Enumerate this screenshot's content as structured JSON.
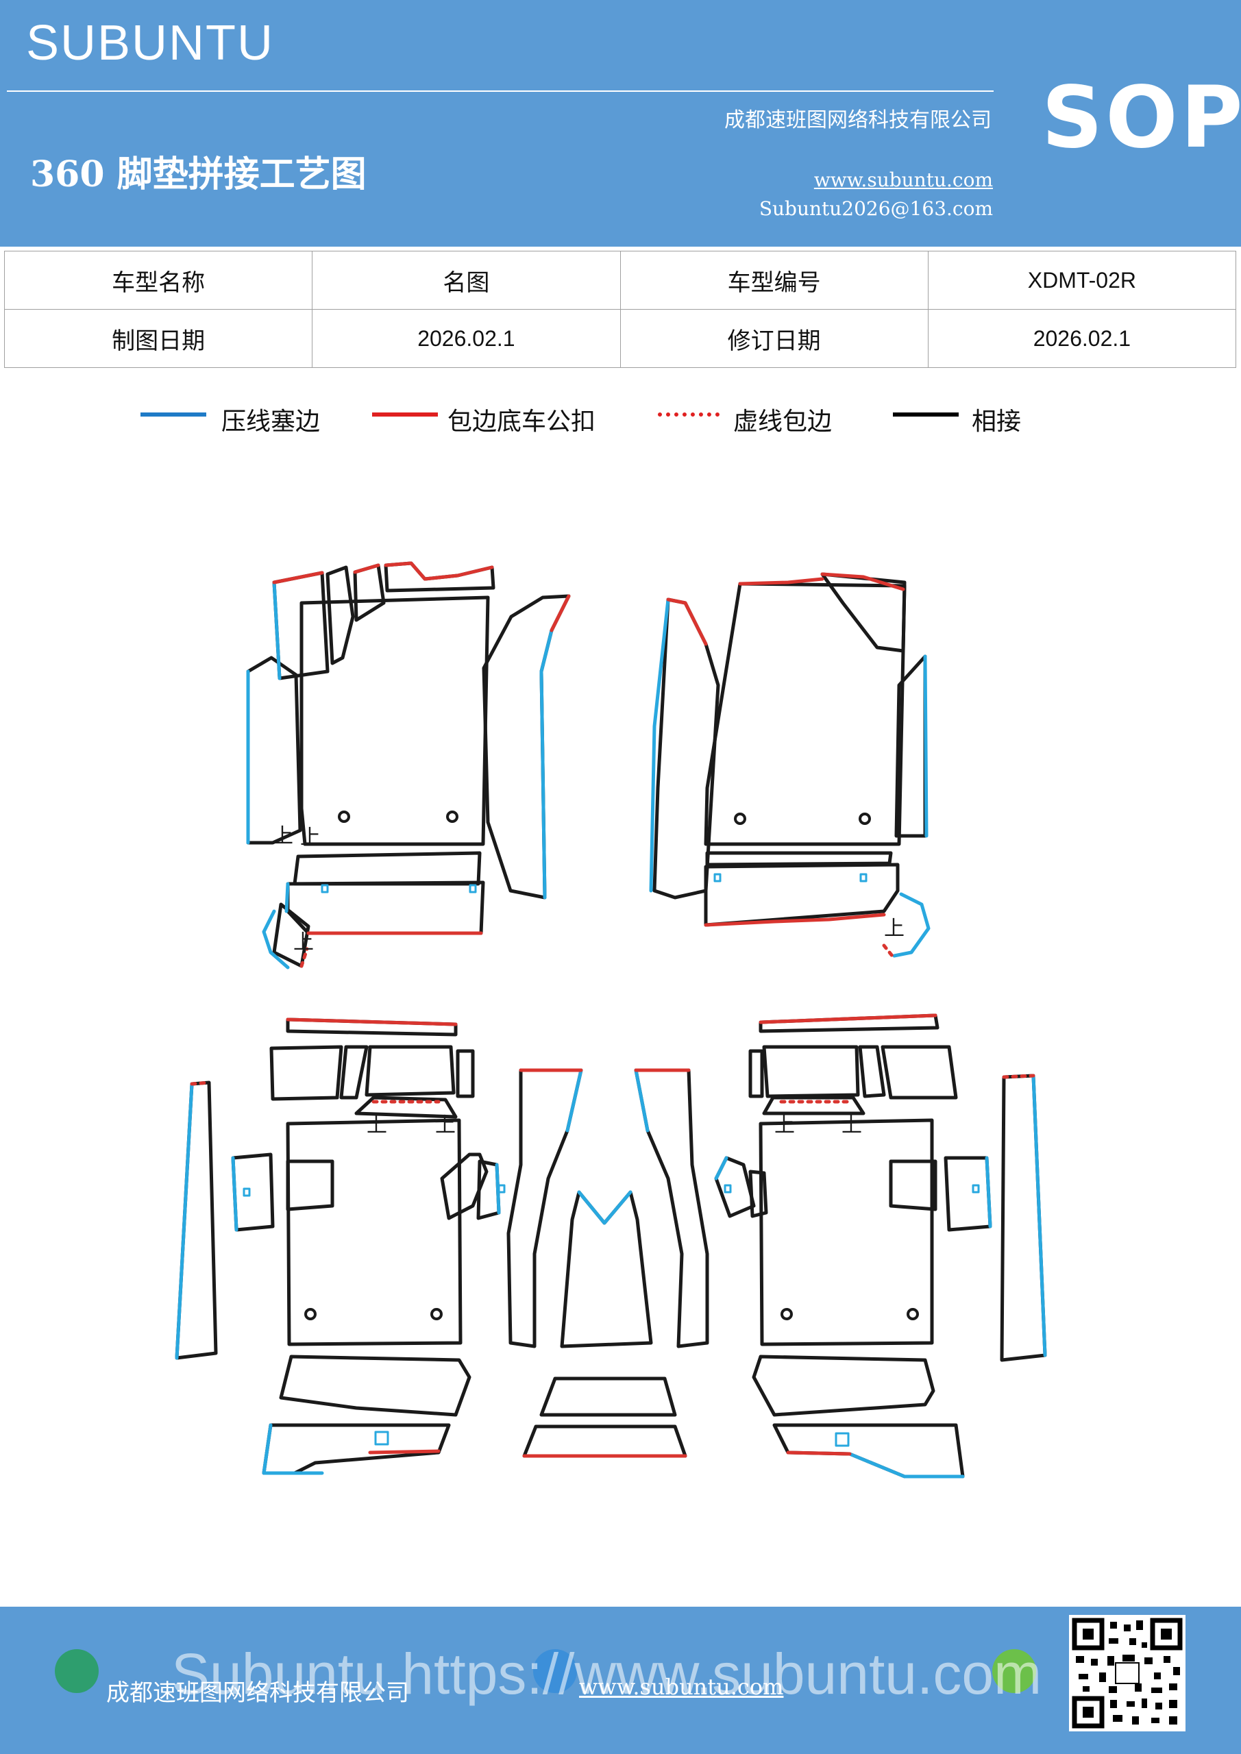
{
  "header": {
    "brand": "SUBUNTU",
    "company": "成都速班图网络科技有限公司",
    "title": "360 脚垫拼接工艺图",
    "website": "www.subuntu.com",
    "email": "Subuntu2026@163.com",
    "badge": "SOP"
  },
  "info_table": {
    "row1": [
      "车型名称",
      "名图",
      "车型编号",
      "XDMT-02R"
    ],
    "row2": [
      "制图日期",
      "2026.02.1",
      "修订日期",
      "2026.02.1"
    ]
  },
  "legend": [
    {
      "label": "压线塞边",
      "color": "#1f7bc7",
      "style": "solid"
    },
    {
      "label": "包边底车公扣",
      "color": "#e02020",
      "style": "solid"
    },
    {
      "label": "虚线包边",
      "color": "#e02020",
      "style": "dotted"
    },
    {
      "label": "相接",
      "color": "#000000",
      "style": "solid"
    }
  ],
  "diagram": {
    "mark": "上",
    "colors": {
      "seam": "#29a8df",
      "edge": "#d9352f",
      "joint": "#1a1a1a"
    }
  },
  "footer": {
    "company": "成都速班图网络科技有限公司",
    "url": "www.subuntu.com",
    "watermark": "Subuntu https://www.subuntu.com"
  }
}
